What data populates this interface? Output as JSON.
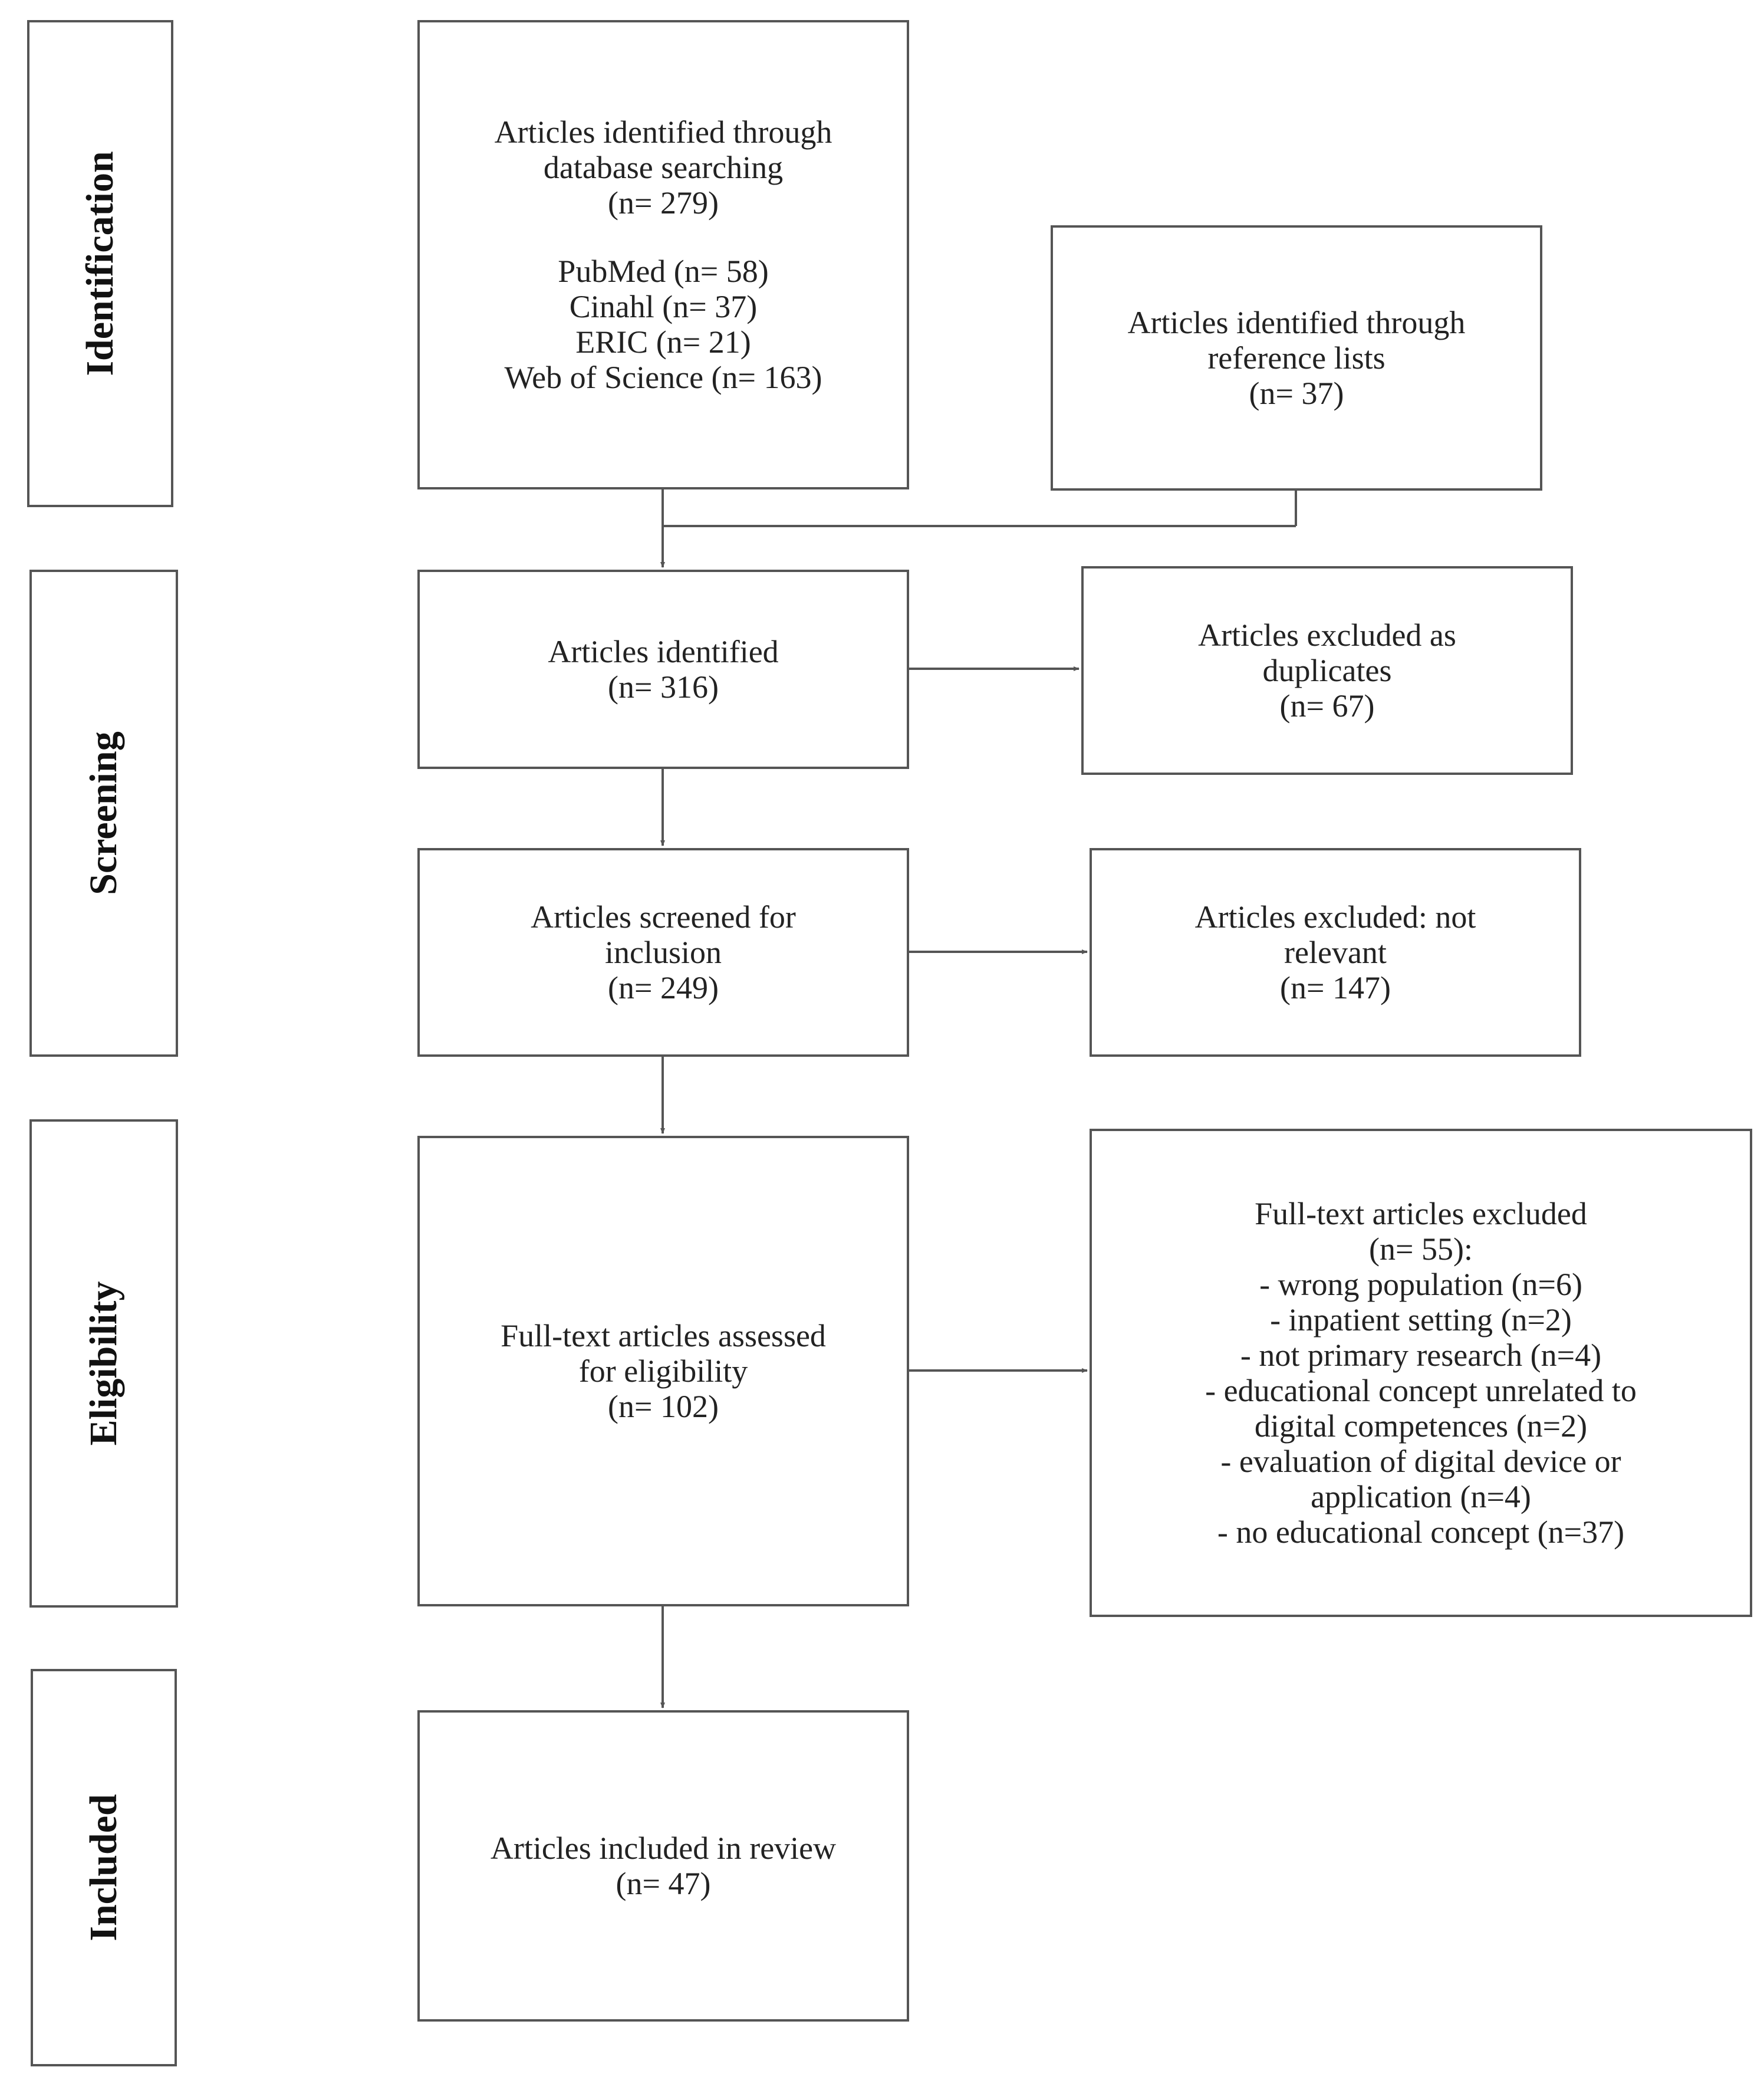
{
  "stages": {
    "identification": "Identification",
    "screening": "Screening",
    "eligibility": "Eligibility",
    "included": "Included"
  },
  "boxes": {
    "db_search": {
      "lines": [
        "Articles identified through",
        "database searching",
        "(n= 279)"
      ],
      "sources": [
        "PubMed (n= 58)",
        "Cinahl (n= 37)",
        "ERIC (n= 21)",
        "Web of Science (n= 163)"
      ]
    },
    "ref_lists": {
      "lines": [
        "Articles identified through",
        "reference lists",
        "(n= 37)"
      ]
    },
    "identified": {
      "lines": [
        "Articles identified",
        "(n= 316)"
      ]
    },
    "duplicates": {
      "lines": [
        "Articles excluded as",
        "duplicates",
        "(n= 67)"
      ]
    },
    "screened": {
      "lines": [
        "Articles screened for",
        "inclusion",
        "(n= 249)"
      ]
    },
    "not_relevant": {
      "lines": [
        "Articles excluded: not",
        "relevant",
        "(n= 147)"
      ]
    },
    "fulltext": {
      "lines": [
        "Full-text articles assessed",
        "for eligibility",
        "(n= 102)"
      ]
    },
    "fulltext_excluded": {
      "lines": [
        "Full-text articles excluded",
        "(n= 55):",
        "- wrong population (n=6)",
        "- inpatient setting (n=2)",
        "- not primary research (n=4)",
        "- educational concept unrelated to",
        "digital competences (n=2)",
        "- evaluation of digital device or",
        "application (n=4)",
        "- no educational concept (n=37)"
      ]
    },
    "included": {
      "lines": [
        "Articles included in review",
        "(n= 47)"
      ]
    }
  }
}
